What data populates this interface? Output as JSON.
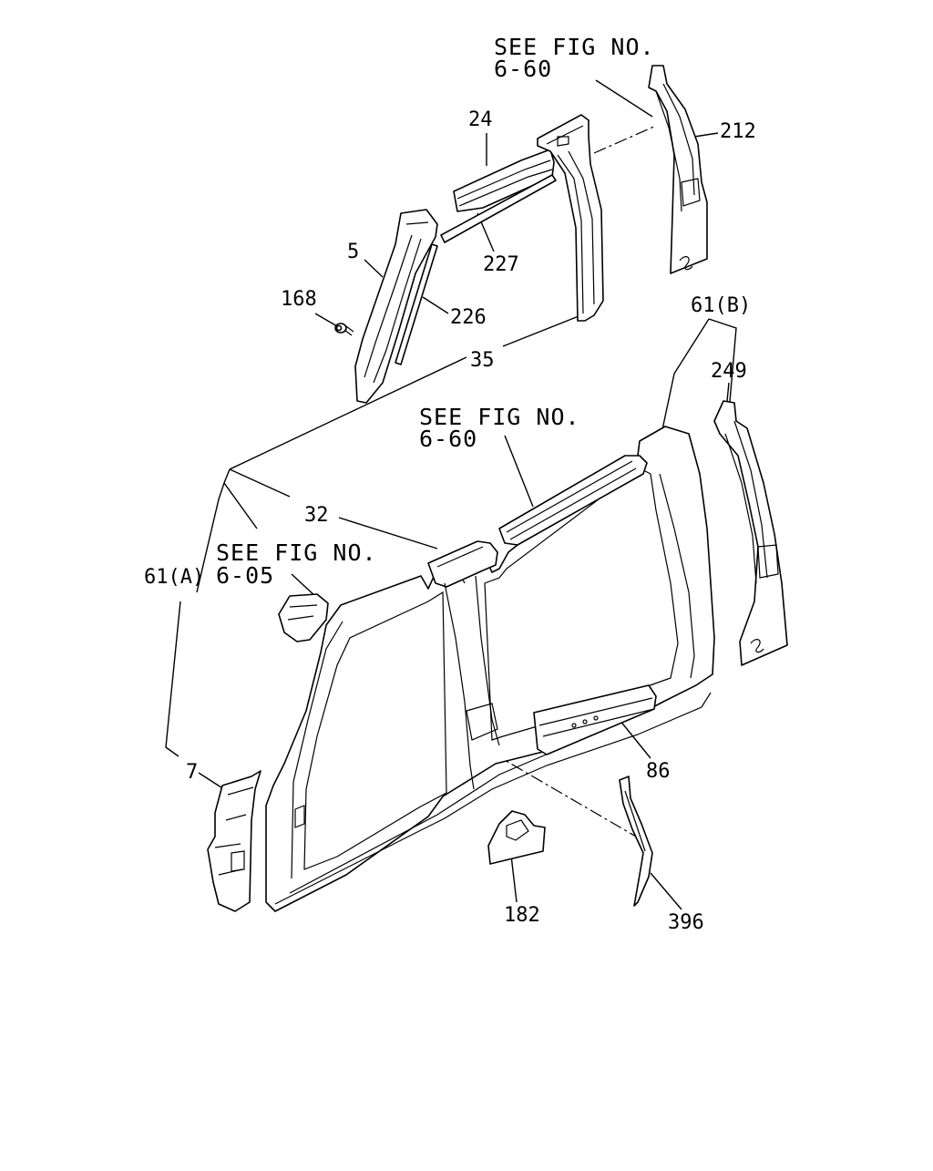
{
  "diagram": {
    "callouts": {
      "p24": "24",
      "p212": "212",
      "p5": "5",
      "p227": "227",
      "p168": "168",
      "p226": "226",
      "p35": "35",
      "p61b": "61(B)",
      "p249": "249",
      "p32": "32",
      "p61a": "61(A)",
      "p7": "7",
      "p86": "86",
      "p182": "182",
      "p396": "396"
    },
    "notes": {
      "top": {
        "line1": "SEE FIG NO.",
        "line2": "6-60"
      },
      "middle": {
        "line1": "SEE FIG NO.",
        "line2": "6-60"
      },
      "left": {
        "line1": "SEE FIG NO.",
        "line2": "6-05"
      }
    }
  }
}
